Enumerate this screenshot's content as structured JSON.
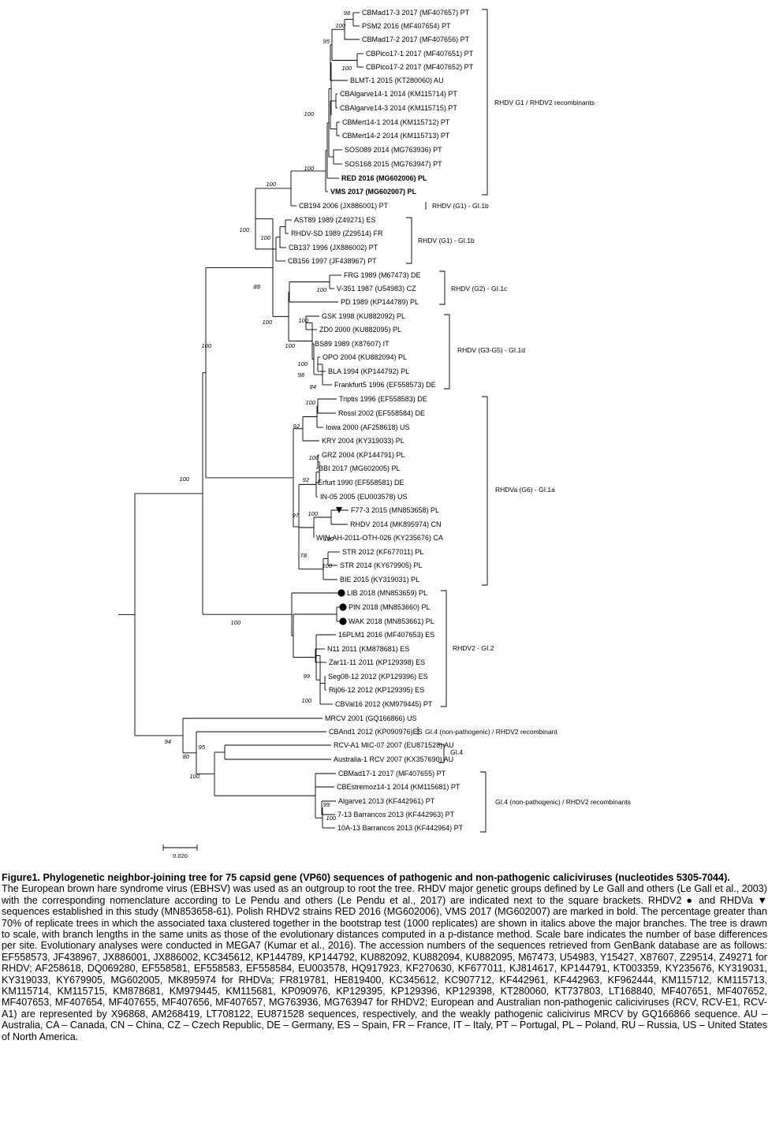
{
  "figure": {
    "leaves": [
      {
        "label": "CBMad17-3 2017 (MF407657) PT",
        "bold": false
      },
      {
        "label": "PSM2 2016 (MF407654) PT",
        "bold": false
      },
      {
        "label": "CBMad17-2 2017 (MF407656) PT",
        "bold": false
      },
      {
        "label": "CBPico17-1 2017 (MF407651) PT",
        "bold": false
      },
      {
        "label": "CBPico17-2 2017 (MF407652) PT",
        "bold": false
      },
      {
        "label": "BLMT-1 2015 (KT280060) AU",
        "bold": false
      },
      {
        "label": "CBAlgarve14-1 2014 (KM115714) PT",
        "bold": false
      },
      {
        "label": "CBAlgarve14-3 2014 (KM115715) PT",
        "bold": false
      },
      {
        "label": "CBMert14-1 2014 (KM115712) PT",
        "bold": false
      },
      {
        "label": "CBMert14-2 2014 (KM115713) PT",
        "bold": false
      },
      {
        "label": "SOS089 2014 (MG763936) PT",
        "bold": false
      },
      {
        "label": "SOS168 2015 (MG763947) PT",
        "bold": false
      },
      {
        "label": "RED 2016 (MG602006) PL",
        "bold": true
      },
      {
        "label": "VMS 2017 (MG602007) PL",
        "bold": true
      },
      {
        "label": "CB194 2006 (JX886001) PT",
        "bold": false
      },
      {
        "label": "AST89 1989 (Z49271) ES",
        "bold": false
      },
      {
        "label": "RHDV-SD 1989 (Z29514) FR",
        "bold": false
      },
      {
        "label": "CB137 1996 (JX886002) PT",
        "bold": false
      },
      {
        "label": "CB156 1997 (JF438967) PT",
        "bold": false
      },
      {
        "label": "FRG 1989 (M67473) DE",
        "bold": false
      },
      {
        "label": "V-351 1987 (U54983) CZ",
        "bold": false
      },
      {
        "label": "PD 1989 (KP144789) PL",
        "bold": false
      },
      {
        "label": "GSK 1998 (KU882092) PL",
        "bold": false
      },
      {
        "label": "ZD0 2000 (KU882095) PL",
        "bold": false
      },
      {
        "label": "BS89 1989 (X87607) IT",
        "bold": false
      },
      {
        "label": "OPO 2004 (KU882094) PL",
        "bold": false
      },
      {
        "label": "BLA 1994 (KP144792) PL",
        "bold": false
      },
      {
        "label": "Frankfurt5 1996 (EF558573) DE",
        "bold": false
      },
      {
        "label": "Triptis 1996 (EF558583) DE",
        "bold": false
      },
      {
        "label": "Rossi 2002 (EF558584) DE",
        "bold": false
      },
      {
        "label": "Iowa 2000 (AF258618) US",
        "bold": false
      },
      {
        "label": "KRY 2004 (KY319033) PL",
        "bold": false
      },
      {
        "label": "GRZ 2004 (KP144791) PL",
        "bold": false
      },
      {
        "label": "BBI 2017 (MG602005) PL",
        "bold": false
      },
      {
        "label": "Erfurt 1990 (EF558581) DE",
        "bold": false
      },
      {
        "label": "IN-05 2005 (EU003578) US",
        "bold": false
      },
      {
        "label": "F77-3 2015 (MN853658) PL",
        "bold": false,
        "marker": "triangle"
      },
      {
        "label": "RHDV 2014 (MK895974) CN",
        "bold": false
      },
      {
        "label": "WIN-AH-2011-OTH-026 (KY235676) CA",
        "bold": false
      },
      {
        "label": "STR 2012 (KF677011) PL",
        "bold": false
      },
      {
        "label": "STR 2014 (KY679905) PL",
        "bold": false
      },
      {
        "label": "BIE 2015 (KY319031) PL",
        "bold": false
      },
      {
        "label": "LIB 2018 (MN853659) PL",
        "bold": false,
        "marker": "dot"
      },
      {
        "label": "PIN 2018 (MN853660) PL",
        "bold": false,
        "marker": "dot"
      },
      {
        "label": "WAK 2018 (MN853661) PL",
        "bold": false,
        "marker": "dot"
      },
      {
        "label": "16PLM1 2016 (MF407653) ES",
        "bold": false
      },
      {
        "label": "N11 2011 (KM878681) ES",
        "bold": false
      },
      {
        "label": "Zar11-11 2011 (KP129398) ES",
        "bold": false
      },
      {
        "label": "Seg08-12 2012 (KP129396) ES",
        "bold": false
      },
      {
        "label": "Rij06-12 2012 (KP129395) ES",
        "bold": false
      },
      {
        "label": "CBVal16 2012 (KM979445) PT",
        "bold": false
      },
      {
        "label": "MRCV 2001 (GQ166866) US",
        "bold": false
      },
      {
        "label": "CBAnd1 2012 (KP090976)ES",
        "bold": false
      },
      {
        "label": "RCV-A1 MIC-07 2007 (EU871528) AU",
        "bold": false
      },
      {
        "label": "Australia-1 RCV 2007 (KX357690) AU",
        "bold": false
      },
      {
        "label": "CBMad17-1 2017 (MF407655) PT",
        "bold": false
      },
      {
        "label": "CBEstremoz14-1 2014 (KM115681) PT",
        "bold": false
      },
      {
        "label": "Algarve1 2013 (KF442961) PT",
        "bold": false
      },
      {
        "label": "7-13 Barrancos 2013 (KF442963) PT",
        "bold": false
      },
      {
        "label": "10A-13 Barrancos 2013 (KF442964) PT",
        "bold": false
      }
    ],
    "bootstraps": [
      "98",
      "100",
      "95",
      "100",
      "100",
      "100",
      "100",
      "100",
      "100",
      "100",
      "88",
      "100",
      "100",
      "100",
      "100",
      "98",
      "84",
      "100",
      "92",
      "100",
      "92",
      "100",
      "97",
      "100",
      "78",
      "100",
      "100",
      "100",
      "100",
      "99",
      "100",
      "94",
      "80",
      "95",
      "100",
      "99",
      "100"
    ],
    "groups": [
      {
        "label": "RHDV G1 / RHDV2 recombinants"
      },
      {
        "label": "RHDV (G1) - GI.1b"
      },
      {
        "label": "RHDV (G1) - GI.1b"
      },
      {
        "label": "RHDV (G2) - GI.1c"
      },
      {
        "label": "RHDV (G3-G5) - GI.1d"
      },
      {
        "label": "RHDVa (G6) - GI.1a"
      },
      {
        "label": "RHDV2 - GI.2"
      },
      {
        "label": "GI.4 (non-pathogenic) / RHDV2 recombinant"
      },
      {
        "label": "GI.4"
      },
      {
        "label": "GI.4 (non-pathogenic) / RHDV2 recombinants"
      }
    ],
    "scale_label": "0.020",
    "caption": {
      "title": "Figure1. Phylogenetic neighbor-joining tree for 75 capsid gene (VP60) sequences of pathogenic and non-pathogenic caliciviruses (nucleotides 5305-7044).",
      "body": "The European brown hare syndrome virus (EBHSV) was used as an outgroup to root the tree. RHDV major genetic groups defined by Le Gall and others (Le Gall et al., 2003) with the corresponding nomenclature according to Le Pendu and others (Le Pendu et al., 2017) are indicated next to the square brackets. RHDV2 ● and RHDVa ▼ sequences established in this study (MN853658-61). Polish RHDV2 strains RED 2016 (MG602006), VMS 2017 (MG602007) are marked in bold. The percentage greater than 70% of replicate trees in which the associated taxa clustered together in the bootstrap test (1000 replicates) are shown in italics above the major branches. The tree is drawn to scale, with branch lengths in the same units as those of the evolutionary distances computed in a p-distance method. Scale bare indicates the number of base differences per site. Evolutionary analyses were conducted in MEGA7 (Kumar et al., 2016). The accession numbers of the sequences retrieved from GenBank database are as follows: EF558573, JF438967, JX886001, JX886002, KC345612, KP144789, KP144792, KU882092, KU882094, KU882095, M67473, U54983, Y15427, X87607, Z29514, Z49271 for RHDV; AF258618, DQ069280, EF558581, EF558583, EF558584, EU003578, HQ917923, KF270630, KF677011, KJ814617, KP144791, KT003359, KY235676, KY319031, KY319033, KY679905, MG602005, MK895974 for RHDVa; FR819781, HE819400, KC345612, KC907712, KF442961, KF442963, KF962444, KM115712, KM115713, KM115714, KM115715, KM878681, KM979445, KM115681, KP090976, KP129395, KP129396, KP129398, KT280060, KT737803, LT168840, MF407651, MF407652, MF407653, MF407654, MF407655, MF407656, MF407657, MG763936, MG763947 for RHDV2; European and Australian non-pathogenic caliciviruses (RCV, RCV-E1, RCV-A1) are represented by X96868, AM268419, LT708122, EU871528 sequences, respectively, and the weakly pathogenic calicivirus MRCV by GQ166866 sequence. AU – Australia, CA – Canada, CN – China, CZ – Czech Republic, DE – Germany, ES – Spain, FR – France, IT – Italy, PT – Portugal, PL – Poland, RU – Russia, US – United States of North America."
    }
  }
}
